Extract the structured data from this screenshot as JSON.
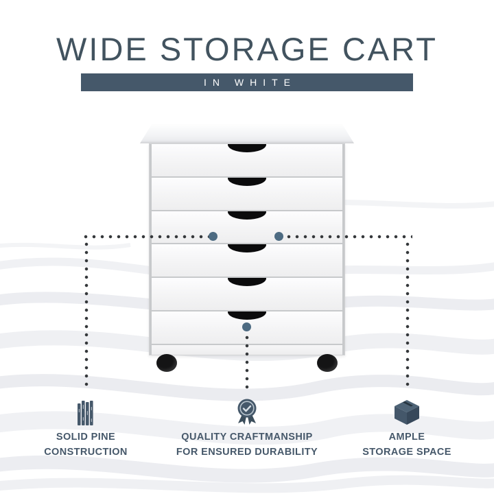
{
  "header": {
    "title": "WIDE STORAGE CART",
    "subtitle": "IN WHITE"
  },
  "features": [
    {
      "icon": "pine-wood-icon",
      "line1": "SOLID PINE",
      "line2": "CONSTRUCTION"
    },
    {
      "icon": "quality-badge-icon",
      "line1": "QUALITY CRAFTMANSHIP",
      "line2": "FOR ENSURED DURABILITY"
    },
    {
      "icon": "storage-box-icon",
      "line1": "AMPLE",
      "line2": "STORAGE SPACE"
    }
  ],
  "product": {
    "type": "wide storage cart",
    "finish": "white",
    "drawer_count": 6,
    "caster_count": 2
  },
  "colors": {
    "accent_slate": "#45586A",
    "callout_big_dot": "#4D6B82",
    "callout_small_dot": "#35383B",
    "handle_black": "#0B0B0C"
  }
}
